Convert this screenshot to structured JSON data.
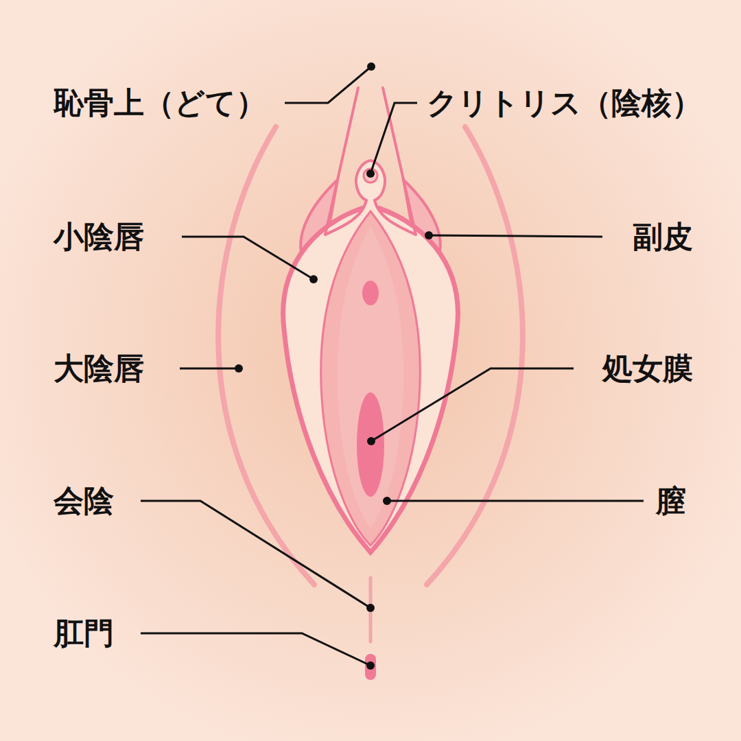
{
  "diagram": {
    "labels": [
      "恥骨上（どて）",
      "クリトリス（陰核）",
      "小陰唇",
      "副皮",
      "大陰唇",
      "処女膜",
      "会陰",
      "膣",
      "肛門"
    ]
  }
}
